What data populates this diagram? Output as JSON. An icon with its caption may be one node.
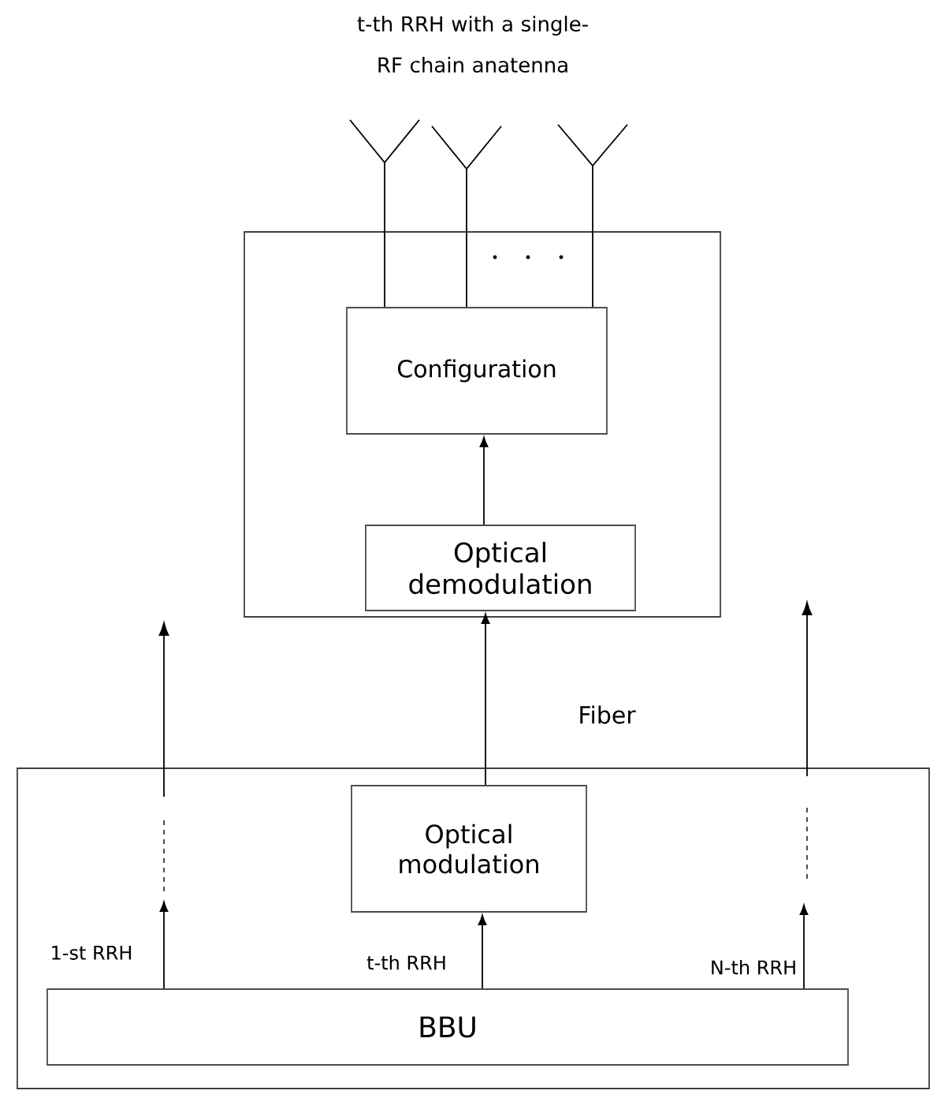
{
  "diagram": {
    "title": "t-th RRH with a single- RF chain anatenna",
    "nodes": [
      {
        "text": [],
        "shape": "box"
      },
      {
        "text": [
          "Configuration"
        ],
        "in": 0
      },
      {
        "text": [
          "Optical demodulation"
        ],
        "in": 0
      },
      {
        "text": [],
        "shape": "box"
      },
      {
        "text": [
          "Optical modulation"
        ],
        "in": 3
      },
      {
        "text": [
          "BBU"
        ],
        "in": 3
      },
      {
        "text": [],
        "shape": "antenna"
      },
      {
        "text": [],
        "shape": "antenna"
      },
      {
        "text": [],
        "shape": "antenna"
      }
    ],
    "edges": [
      {
        "from": 5,
        "to": 4,
        "arrow": "to",
        "label": "t-th RRH"
      },
      {
        "from": 4,
        "to": 2,
        "arrow": "to"
      },
      {
        "from": 2,
        "to": 1,
        "arrow": "to"
      },
      {
        "from": 5,
        "to": null,
        "arrow": "to",
        "label": "1-st RRH"
      },
      {
        "from": 5,
        "to": null,
        "arrow": "to",
        "label": "N-th RRH"
      },
      {
        "from": 6,
        "to": 1,
        "arrow": "none"
      },
      {
        "from": 7,
        "to": 1,
        "arrow": "none"
      },
      {
        "from": 8,
        "to": 1,
        "arrow": "none"
      }
    ],
    "labels": [
      "Fiber"
    ]
  }
}
